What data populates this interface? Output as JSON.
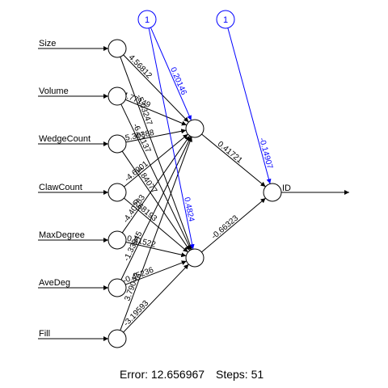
{
  "inputs": [
    "Size",
    "Volume",
    "WedgeCount",
    "ClawCount",
    "MaxDegree",
    "AveDeg",
    "Fill"
  ],
  "output_label": "ID",
  "bias_label": "1",
  "weights_to_hidden1": [
    "4.56812",
    "4.77149",
    "5.30388",
    "-4.6901",
    "-4.40283",
    "-1.33945",
    "3.79042"
  ],
  "weights_to_hidden2": [
    "-5.03247",
    "-6.21137",
    "1.84077",
    "0.68193",
    "0.51522",
    "-0.45236",
    "-3.19593"
  ],
  "bias_hidden_weights": [
    "0.20146",
    "0.4824"
  ],
  "weights_hidden_to_output": [
    "0.41721",
    "-0.66323"
  ],
  "bias_output_weight": "-0.14907",
  "footer": {
    "error_label": "Error: 12.656967",
    "steps_label": "Steps: 51"
  },
  "colors": {
    "weights": "#000000",
    "bias": "#0000ff"
  }
}
